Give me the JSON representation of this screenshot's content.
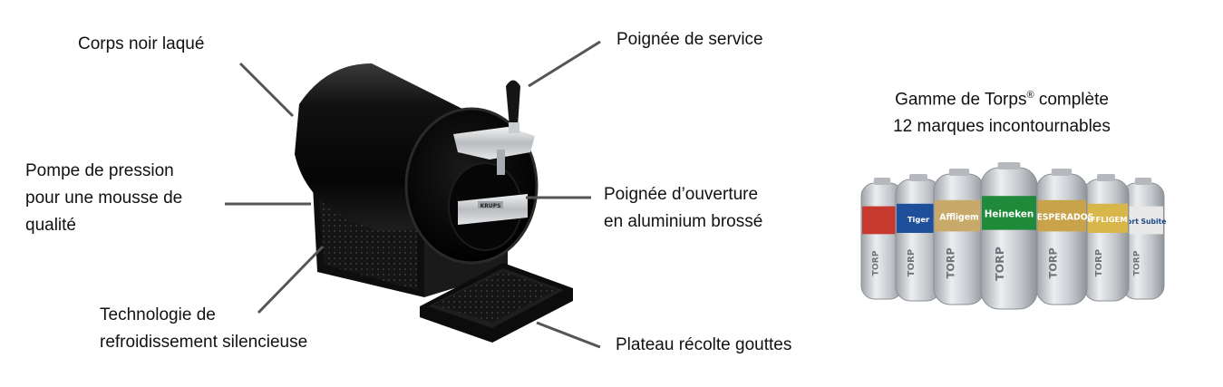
{
  "labels": {
    "corps": "Corps noir laqué",
    "poignee_service": "Poignée de service",
    "pompe_line1": "Pompe de pression",
    "pompe_line2": "pour une mousse de",
    "pompe_line3": "qualité",
    "poignee_ouverture_line1": "Poignée d’ouverture",
    "poignee_ouverture_line2": "en aluminium brossé",
    "technologie_line1": "Technologie de",
    "technologie_line2": "refroidissement silencieuse",
    "plateau": "Plateau récolte gouttes"
  },
  "kegs": {
    "title_line1_pre": "Gamme de Torps",
    "title_line1_reg": "®",
    "title_line1_post": " complète",
    "title_line2": "12 marques incontournables",
    "torp_text": "TORP",
    "brands": [
      {
        "name": "",
        "color": "#c7392f"
      },
      {
        "name": "Tiger",
        "color": "#1f4f9a"
      },
      {
        "name": "Affligem",
        "color": "#c9a96a"
      },
      {
        "name": "Heineken",
        "color": "#1f8a3a"
      },
      {
        "name": "DESPERADOS",
        "color": "#c9a34a"
      },
      {
        "name": "AFFLIGEM",
        "color": "#d8b64a"
      },
      {
        "name": "Mort Subite",
        "color": "#e8e8e8"
      }
    ]
  },
  "device": {
    "brand_plate": "KRUPS"
  },
  "colors": {
    "body": "#0b0b0b",
    "line": "#555555",
    "metal": "#c9ccd0"
  }
}
